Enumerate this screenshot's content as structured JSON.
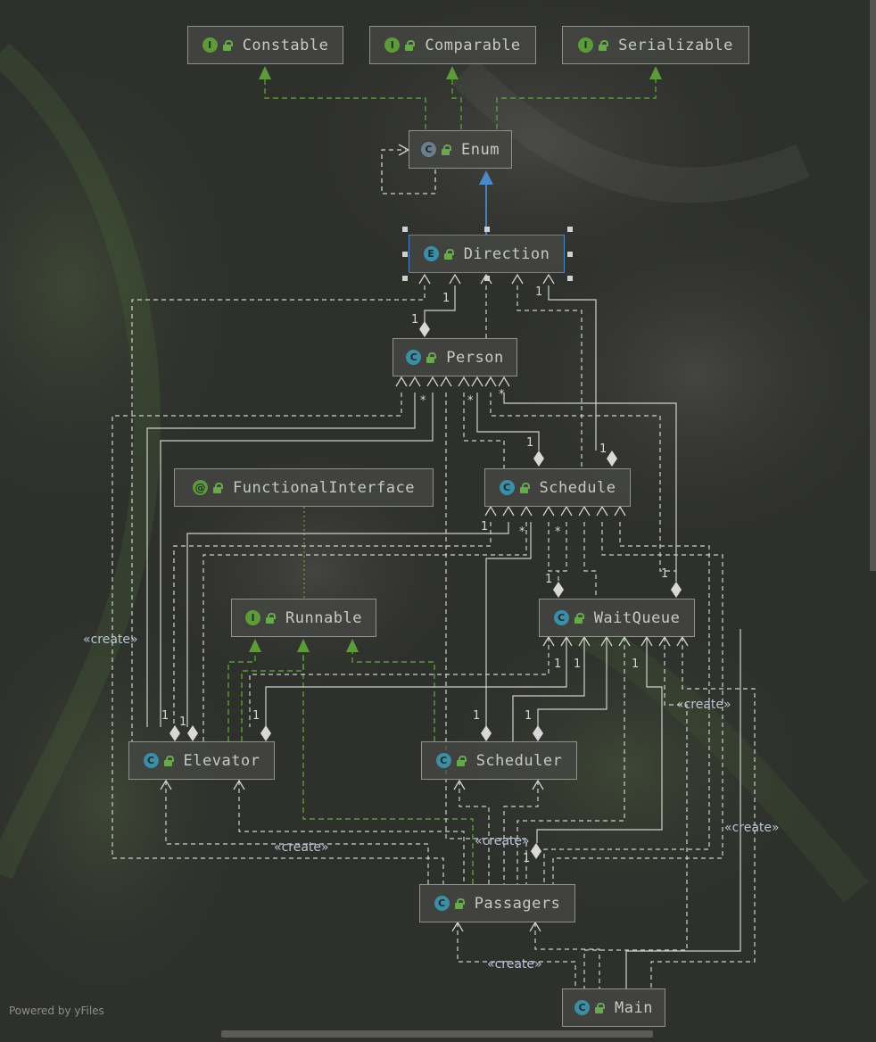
{
  "nodes": [
    {
      "id": "constable",
      "name": "Constable",
      "kind": "I"
    },
    {
      "id": "comparable",
      "name": "Comparable",
      "kind": "I"
    },
    {
      "id": "serializable",
      "name": "Serializable",
      "kind": "I"
    },
    {
      "id": "enum",
      "name": "Enum",
      "kind": "CE"
    },
    {
      "id": "direction",
      "name": "Direction",
      "kind": "E"
    },
    {
      "id": "person",
      "name": "Person",
      "kind": "C"
    },
    {
      "id": "functionalinterface",
      "name": "FunctionalInterface",
      "kind": "A"
    },
    {
      "id": "schedule",
      "name": "Schedule",
      "kind": "C"
    },
    {
      "id": "runnable",
      "name": "Runnable",
      "kind": "I"
    },
    {
      "id": "waitqueue",
      "name": "WaitQueue",
      "kind": "C"
    },
    {
      "id": "elevator",
      "name": "Elevator",
      "kind": "C"
    },
    {
      "id": "scheduler",
      "name": "Scheduler",
      "kind": "C"
    },
    {
      "id": "passagers",
      "name": "Passagers",
      "kind": "C"
    },
    {
      "id": "main",
      "name": "Main",
      "kind": "M"
    }
  ],
  "badge_letters": {
    "I": "I",
    "C": "C",
    "E": "E",
    "A": "@",
    "CE": "C",
    "M": "C"
  },
  "selected_node": "Direction",
  "edge_labels": {
    "create": "«create»"
  },
  "multiplicities": {
    "one": "1",
    "many": "*"
  },
  "colors": {
    "implements": "#5d9a3a",
    "extends": "#4a88c7",
    "dependency": "#d0d0d0",
    "annotation": "#a08a30"
  },
  "footer": "Powered by yFiles"
}
